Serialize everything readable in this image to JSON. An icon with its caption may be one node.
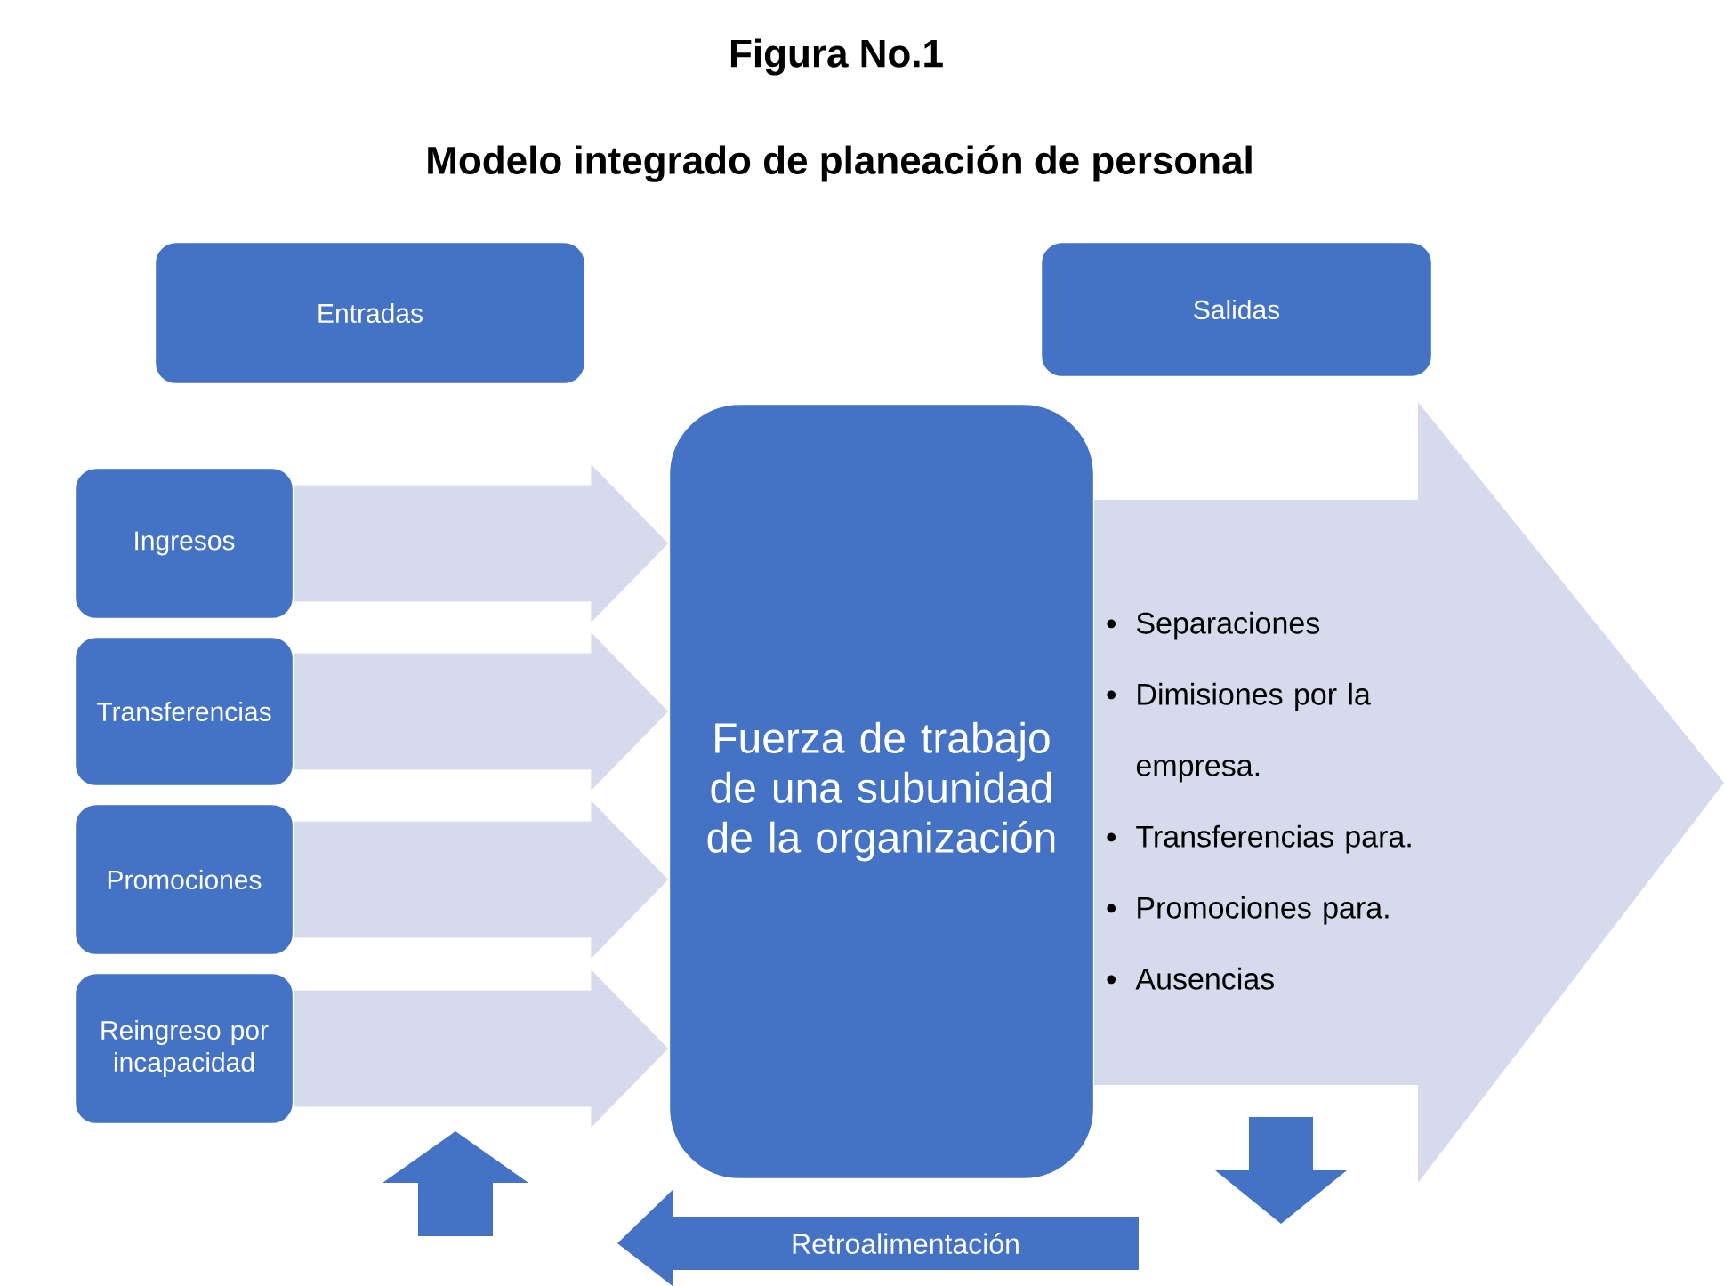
{
  "diagram": {
    "title": "Modelo integrado de planeación de personal",
    "nodes": [
      {
        "text": [
          "Entradas"
        ]
      },
      {
        "text": [
          "Salidas"
        ]
      },
      {
        "text": [
          "Ingresos"
        ]
      },
      {
        "text": [
          "Transferencias"
        ]
      },
      {
        "text": [
          "Promociones"
        ]
      },
      {
        "text": [
          "Reingreso por incapacidad"
        ]
      },
      {
        "text": [
          "Fuerza de trabajo de una subunidad de la organización"
        ]
      },
      {
        "text": [
          "Separaciones",
          "Dimisiones por la empresa.",
          "Transferencias para.",
          "Promociones para.",
          "Ausencias"
        ]
      },
      {
        "text": [
          "Retroalimentación"
        ]
      }
    ],
    "edges": [
      {
        "from": 2,
        "to": 6,
        "arrow": "to"
      },
      {
        "from": 3,
        "to": 6,
        "arrow": "to"
      },
      {
        "from": 4,
        "to": 6,
        "arrow": "to"
      },
      {
        "from": 5,
        "to": 6,
        "arrow": "to"
      }
    ],
    "labels": [
      "Figura No.1"
    ]
  }
}
